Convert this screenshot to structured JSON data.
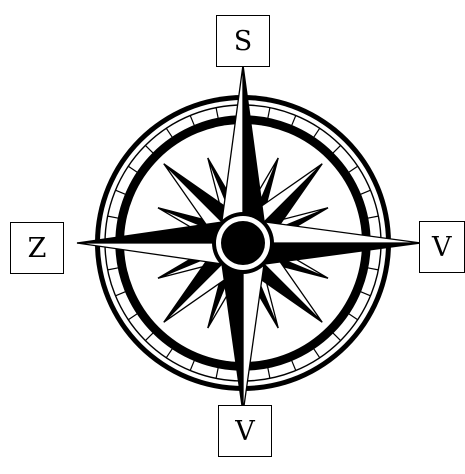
{
  "compass": {
    "top_label": "S",
    "left_label": "Z",
    "right_label": "V",
    "bottom_label": "V"
  },
  "colors": {
    "ink": "#000000",
    "paper": "#ffffff"
  },
  "icons": {
    "rose": "compass-rose-icon"
  }
}
